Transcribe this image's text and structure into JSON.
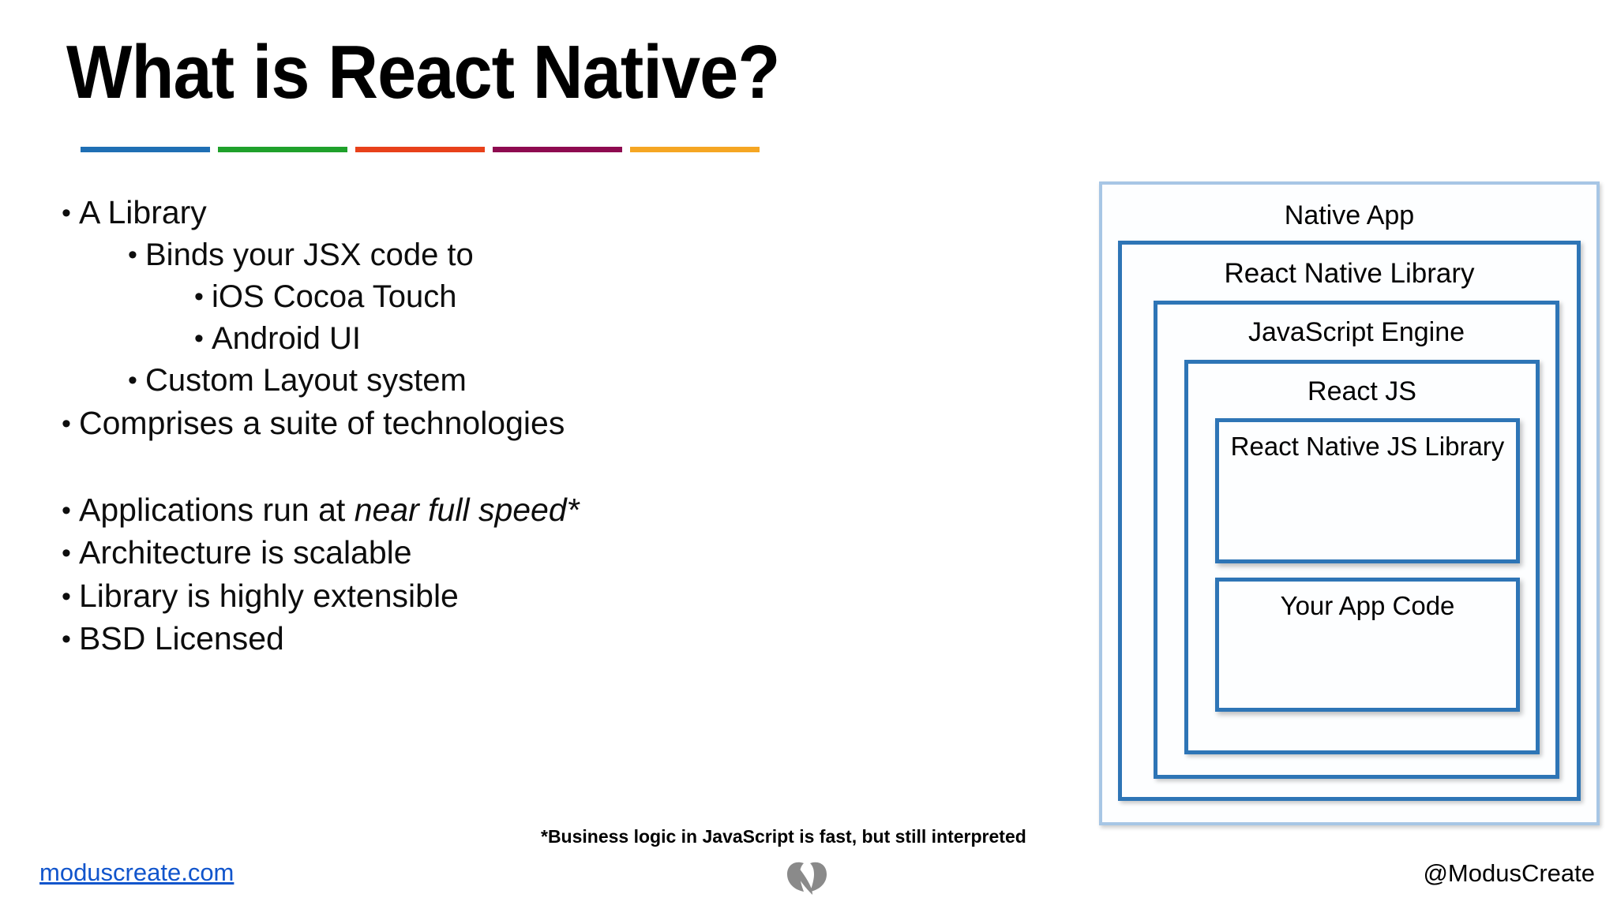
{
  "slide": {
    "title": "What is React Native?",
    "accent_bars": [
      {
        "name": "blue",
        "color": "#1F6FB4"
      },
      {
        "name": "green",
        "color": "#22A game"
      }
    ]
  },
  "accent_bars": [
    {
      "name": "accent-bar-blue",
      "color": "#1F6FB4"
    },
    {
      "name": "accent-bar-green",
      "color": "#1FA12B"
    },
    {
      "name": "accent-bar-red",
      "color": "#E8411A"
    },
    {
      "name": "accent-bar-magenta",
      "color": "#8E0B50"
    },
    {
      "name": "accent-bar-orange",
      "color": "#F5A623"
    }
  ],
  "bullets": [
    {
      "level": 1,
      "text": "A Library"
    },
    {
      "level": 2,
      "text": "Binds your JSX code to"
    },
    {
      "level": 3,
      "text": "iOS Cocoa Touch"
    },
    {
      "level": 3,
      "text": "Android UI"
    },
    {
      "level": 2,
      "text": "Custom Layout system"
    },
    {
      "level": 1,
      "text": "Comprises a suite of technologies"
    },
    {
      "level": 1,
      "text_before": "Applications run at ",
      "text_italic": "near full speed*",
      "spacer": true
    },
    {
      "level": 1,
      "text": "Architecture is scalable"
    },
    {
      "level": 1,
      "text": "Library is highly extensible"
    },
    {
      "level": 1,
      "text": "BSD Licensed"
    }
  ],
  "footnote": "*Business logic in JavaScript is fast, but still interpreted",
  "diagram": {
    "native_app": "Native App",
    "react_native_library": "React Native Library",
    "javascript_engine": "JavaScript Engine",
    "react_js": "React JS",
    "react_native_js_library": "React Native JS Library",
    "your_app_code": "Your App Code",
    "outer_border_color": "#a7c6e5",
    "inner_border_color": "#2e75b6"
  },
  "footer": {
    "link": "moduscreate.com",
    "handle": "@ModusCreate",
    "logo_name": "modus-create-leaf-logo"
  }
}
